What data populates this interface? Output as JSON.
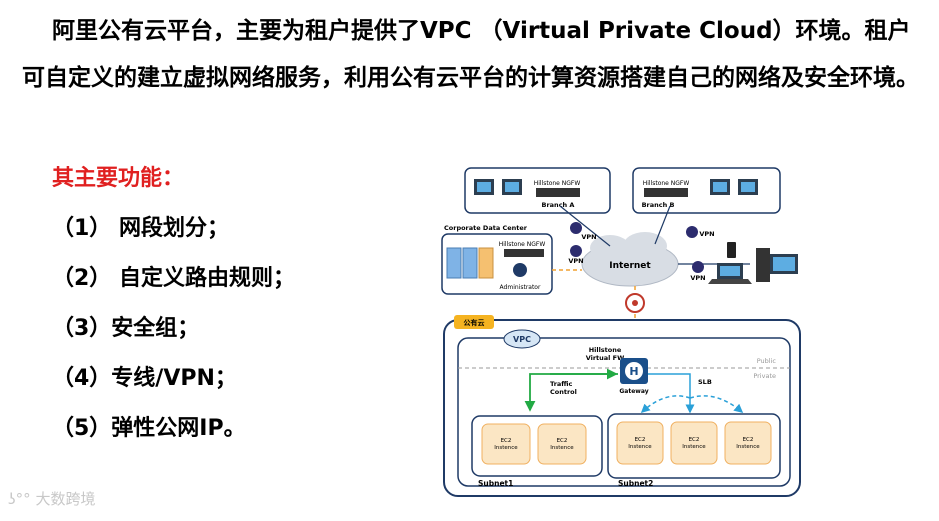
{
  "intro_text": "阿里公有云平台，主要为租户提供了VPC （Virtual Private Cloud）环境。租户可自定义的建立虚拟网络服务，利用公有云平台的计算资源搭建自己的网络及安全环境。",
  "features_title": "其主要功能：",
  "features": [
    "（1） 网段划分；",
    "（2） 自定义路由规则；",
    "（3）安全组；",
    "（4）专线/VPN；",
    "（5）弹性公网IP。"
  ],
  "watermark": "大数跨境",
  "diagram": {
    "branch_a": {
      "device": "Hillstone NGFW",
      "label": "Branch A"
    },
    "branch_b": {
      "device": "Hillstone NGFW",
      "label": "Branch  B"
    },
    "datacenter": {
      "title": "Corporate Data Center",
      "device": "Hillstone NGFW",
      "admin": "Administrator"
    },
    "internet": "Internet",
    "vpn": "VPN",
    "public_cloud": "公有云",
    "vpc": "VPC",
    "virtual_fw": "Hillstone\nVirtual FW",
    "public": "Public",
    "private": "Private",
    "traffic_control": "Traffic\nControl",
    "gateway": "Gateway",
    "gateway_logo": "H",
    "slb": "SLB",
    "instance": "EC2\nInstence",
    "subnet1": "Subnet1",
    "subnet2": "Subnet2"
  }
}
